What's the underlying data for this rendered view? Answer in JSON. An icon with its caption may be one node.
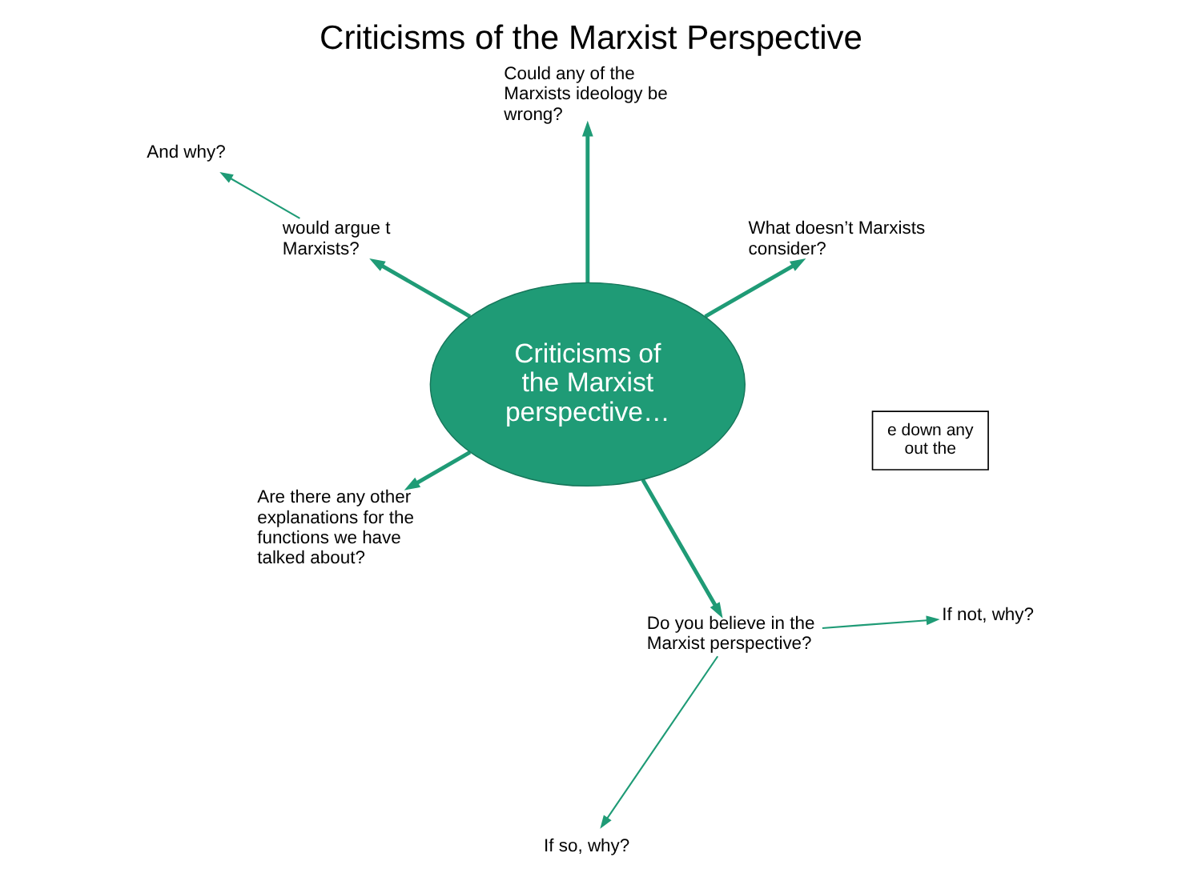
{
  "diagram": {
    "title": "Criticisms of the Marxist Perspective",
    "nodes": [
      {
        "text": [
          "e down any out the"
        ]
      },
      {
        "text": [
          "What doesn’t Marxists consider?"
        ]
      },
      {
        "text": [
          "Could any of the Marxists ideology be wrong?"
        ]
      },
      {
        "text": [
          "Criticisms of the Marxist perspective…"
        ]
      },
      {
        "text": [
          "would argue t Marxists?"
        ]
      },
      {
        "text": [
          "Are there any other explanations for the functions we have talked about?"
        ]
      },
      {
        "text": [
          "And why?"
        ]
      },
      {
        "text": [
          "Do you believe in the Marxist perspective?"
        ]
      },
      {
        "text": [
          "If so, why?"
        ]
      },
      {
        "text": [
          "If not, why?"
        ]
      }
    ],
    "edges": [
      {
        "from": 3,
        "to": 1,
        "arrow": "to"
      },
      {
        "from": 3,
        "to": 2,
        "arrow": "to"
      },
      {
        "from": 3,
        "to": 4,
        "arrow": "to"
      },
      {
        "from": 3,
        "to": 5,
        "arrow": "to"
      },
      {
        "from": 3,
        "to": 7,
        "arrow": "to"
      },
      {
        "from": 4,
        "to": 6,
        "arrow": "to"
      },
      {
        "from": 7,
        "to": 8,
        "arrow": "to"
      },
      {
        "from": 7,
        "to": 9,
        "arrow": "to"
      }
    ]
  }
}
